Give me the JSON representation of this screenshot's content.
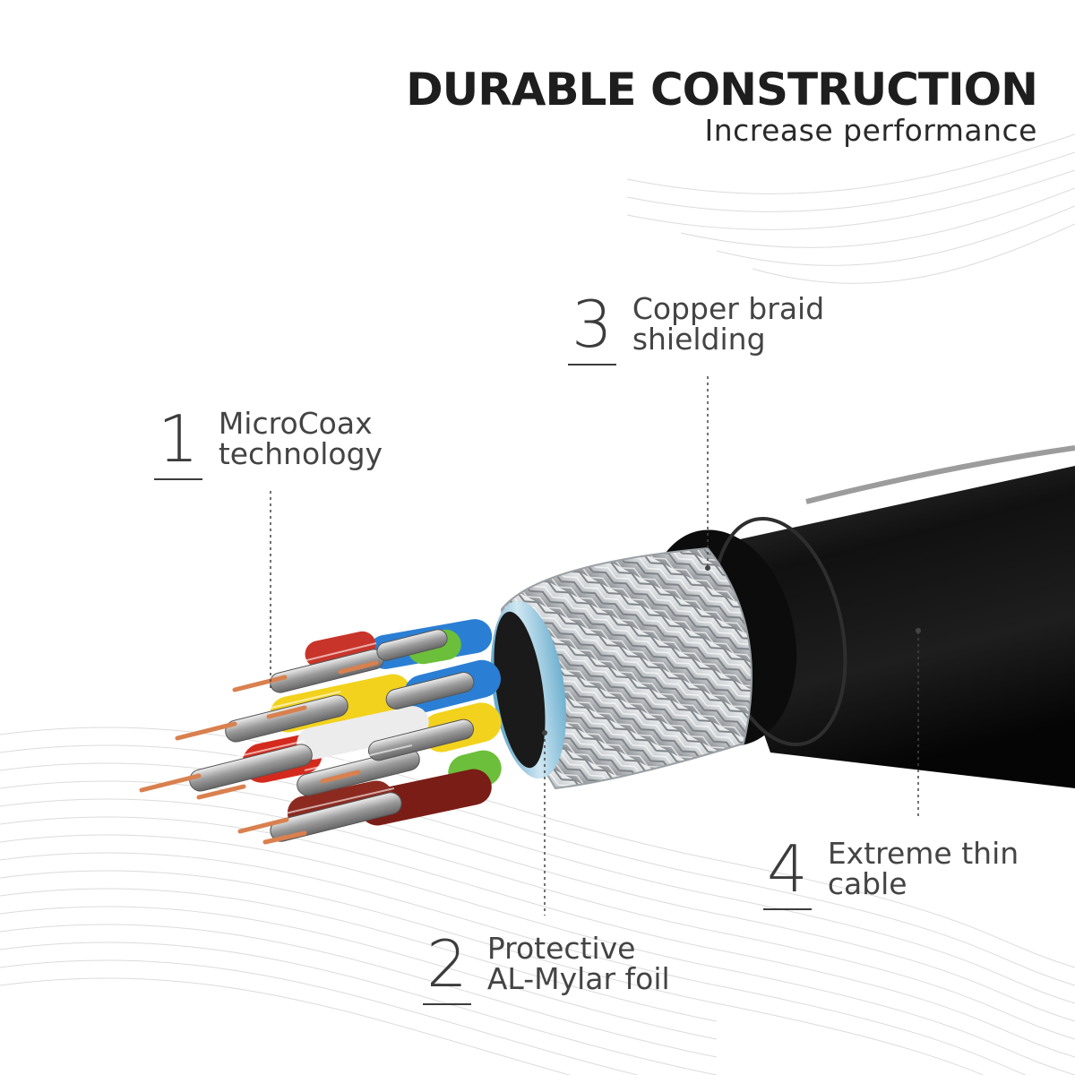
{
  "header": {
    "title": "DURABLE CONSTRUCTION",
    "subtitle": "Increase performance"
  },
  "callouts": [
    {
      "number": "1",
      "line1": "MicroCoax",
      "line2": "technology"
    },
    {
      "number": "2",
      "line1": "Protective",
      "line2": "AL-Mylar foil"
    },
    {
      "number": "3",
      "line1": "Copper braid",
      "line2": "shielding"
    },
    {
      "number": "4",
      "line1": "Extreme thin",
      "line2": "cable"
    }
  ],
  "colors": {
    "background": "#ffffff",
    "jacket": "#1a1a1a",
    "braid": "#cfd3d6",
    "foil": "#8fc3dc",
    "wire_blue": "#2a7fd4",
    "wire_yellow": "#f2d21c",
    "wire_green": "#6bbf3a",
    "wire_red": "#d42a1e",
    "copper": "#d9804f"
  }
}
